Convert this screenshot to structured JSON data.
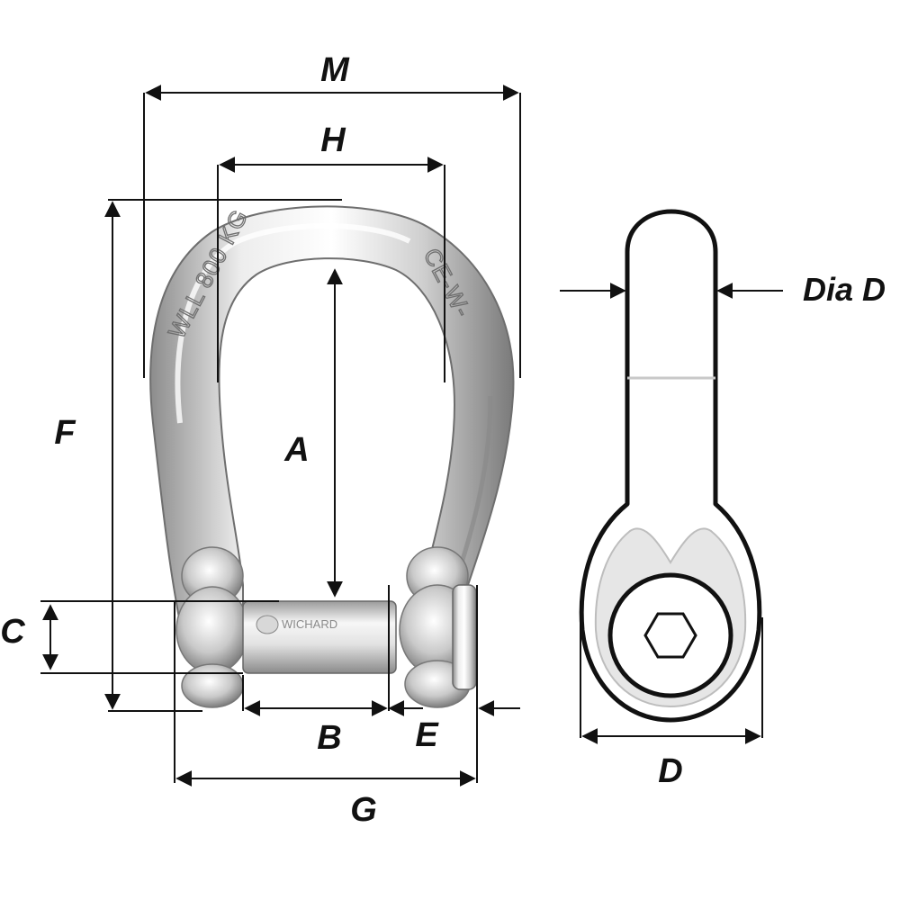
{
  "labels": {
    "M": "M",
    "H": "H",
    "F": "F",
    "A": "A",
    "C": "C",
    "B": "B",
    "E": "E",
    "G": "G",
    "dia_d": "Dia D",
    "D": "D"
  },
  "engraving": {
    "wll": "WLL 800 KG",
    "ce": "CE-W-",
    "pin": "WICHARD"
  },
  "colors": {
    "steel_dark": "#6e6e6e",
    "steel_mid": "#b5b5b5",
    "steel_light": "#f4f4f4",
    "line": "#111111"
  }
}
